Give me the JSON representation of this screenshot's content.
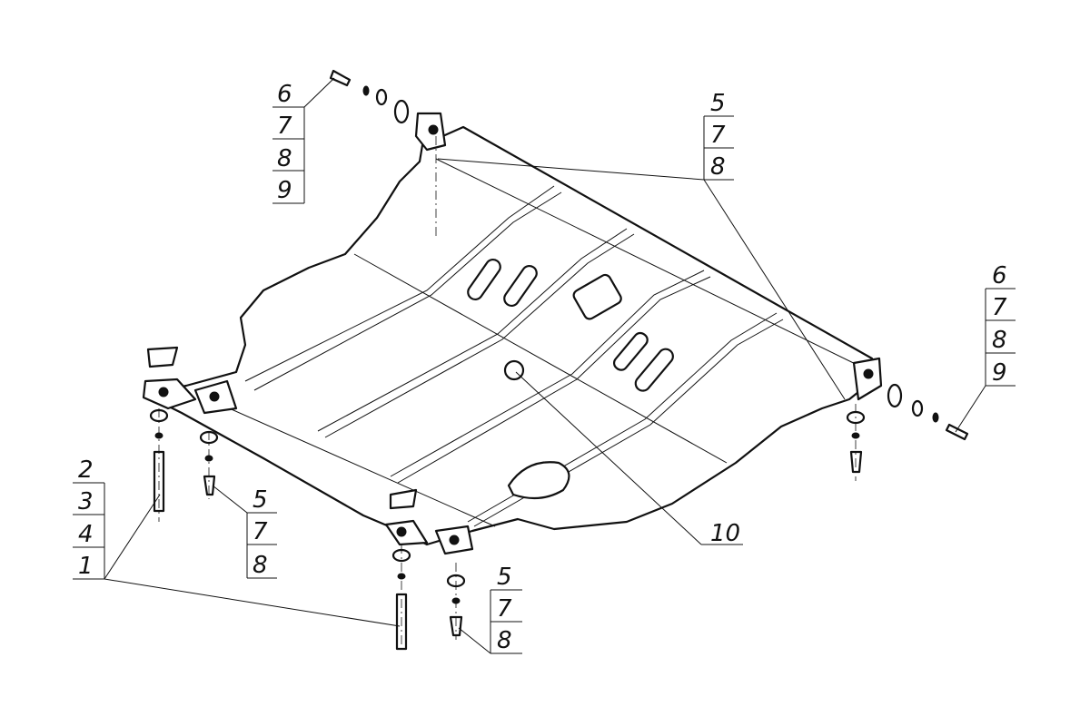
{
  "drawing": {
    "callouts": [
      {
        "id": "top-left",
        "items": [
          "6",
          "7",
          "8",
          "9"
        ]
      },
      {
        "id": "top-center",
        "items": [
          "5",
          "7",
          "8"
        ]
      },
      {
        "id": "right",
        "items": [
          "6",
          "7",
          "8",
          "9"
        ]
      },
      {
        "id": "left",
        "items": [
          "2",
          "3",
          "4",
          "1"
        ]
      },
      {
        "id": "mid-left",
        "items": [
          "5",
          "7",
          "8"
        ]
      },
      {
        "id": "bottom",
        "items": [
          "5",
          "7",
          "8"
        ]
      },
      {
        "id": "drain",
        "items": [
          "10"
        ]
      }
    ]
  }
}
